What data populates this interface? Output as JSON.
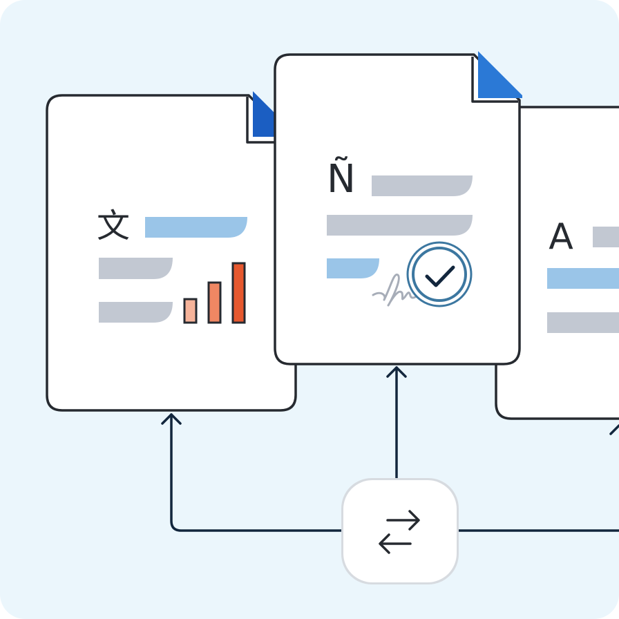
{
  "colors": {
    "background": "#ebf6fc",
    "page_fill": "#ffffff",
    "outline": "#262a30",
    "connector": "#12263d",
    "corner_fold": "#2b79d6",
    "corner_fold_dark": "#1b5ec2",
    "bar_blue": "#9ac5e8",
    "bar_gray": "#c2c8d2",
    "chart_light": "#f6b39a",
    "chart_mid": "#ef8763",
    "chart_dark": "#e6582f",
    "badge_ring": "#3c77a0",
    "signature": "#a7adb8"
  },
  "documents": {
    "left": {
      "glyph": "文",
      "icon": "translate-icon"
    },
    "center": {
      "glyph": "Ñ",
      "icon": "spanish-letter-icon"
    },
    "right": {
      "glyph": "A",
      "icon": "latin-letter-icon"
    }
  },
  "chart_bars": [
    0.35,
    0.6,
    0.9
  ],
  "hub": {
    "icon": "swap-arrows-icon"
  },
  "badge": {
    "icon": "check-badge-icon"
  },
  "signature": {
    "icon": "signature-icon"
  }
}
